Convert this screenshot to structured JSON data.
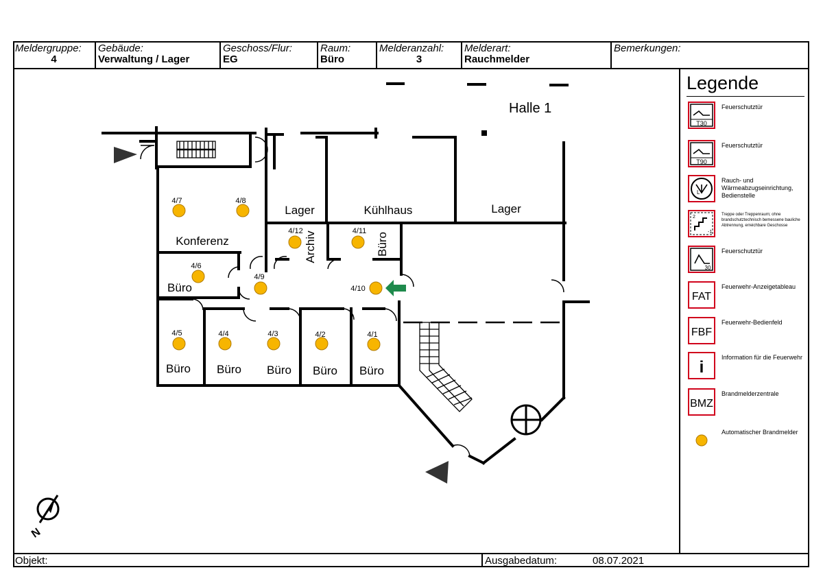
{
  "header": {
    "meldergruppe": {
      "label": "Meldergruppe:",
      "value": "4"
    },
    "gebaeude": {
      "label": "Gebäude:",
      "value": "Verwaltung / Lager"
    },
    "geschoss": {
      "label": "Geschoss/Flur:",
      "value": "EG"
    },
    "raum": {
      "label": "Raum:",
      "value": "Büro"
    },
    "melderanzahl": {
      "label": "Melderanzahl:",
      "value": "3"
    },
    "melderart": {
      "label": "Melderart:",
      "value": "Rauchmelder"
    },
    "bemerkungen": {
      "label": "Bemerkungen:",
      "value": ""
    }
  },
  "footer": {
    "objekt_label": "Objekt:",
    "ausgabe_label": "Ausgabedatum:",
    "ausgabe_value": "08.07.2021"
  },
  "plan": {
    "hall_label": "Halle 1",
    "rooms": [
      "Lager",
      "Kühlhaus",
      "Lager",
      "Konferenz",
      "Archiv",
      "Büro",
      "Büro",
      "Büro",
      "Büro",
      "Büro",
      "Büro",
      "Büro"
    ],
    "detectors": [
      "4/7",
      "4/8",
      "4/12",
      "4/11",
      "4/6",
      "4/9",
      "4/10",
      "4/5",
      "4/4",
      "4/3",
      "4/2",
      "4/1"
    ],
    "north_label": "N",
    "detector_color": "#f7b500",
    "escape_arrow_color": "#1e8a4c"
  },
  "legend": {
    "title": "Legende",
    "items": [
      {
        "icon": "fire-door-t30-icon",
        "icon_text": "T30",
        "text": "Feuerschutztür"
      },
      {
        "icon": "fire-door-t90-icon",
        "icon_text": "T90",
        "text": "Feuerschutztür"
      },
      {
        "icon": "smoke-vent-icon",
        "icon_text": "",
        "text": "Rauch- und Wärmeabzugseinrichtung, Bedienstelle"
      },
      {
        "icon": "staircase-icon",
        "icon_text": "",
        "text": "Treppe oder Treppenraum; ohne brandschutztechnisch bemessene bauliche Abtrennung, erreichbare Geschosse"
      },
      {
        "icon": "fire-door-30-icon",
        "icon_text": "30",
        "text": "Feuerschutztür"
      },
      {
        "icon": "fat-icon",
        "icon_text": "FAT",
        "text": "Feuerwehr-Anzeigetableau"
      },
      {
        "icon": "fbf-icon",
        "icon_text": "FBF",
        "text": "Feuerwehr-Bedienfeld"
      },
      {
        "icon": "info-icon",
        "icon_text": "i",
        "text": "Information für die Feuerwehr"
      },
      {
        "icon": "bmz-icon",
        "icon_text": "BMZ",
        "text": "Brandmelderzentrale"
      },
      {
        "icon": "detector-icon",
        "icon_text": "",
        "text": "Automatischer Brandmelder"
      }
    ],
    "frame_color": "#d0021b"
  }
}
